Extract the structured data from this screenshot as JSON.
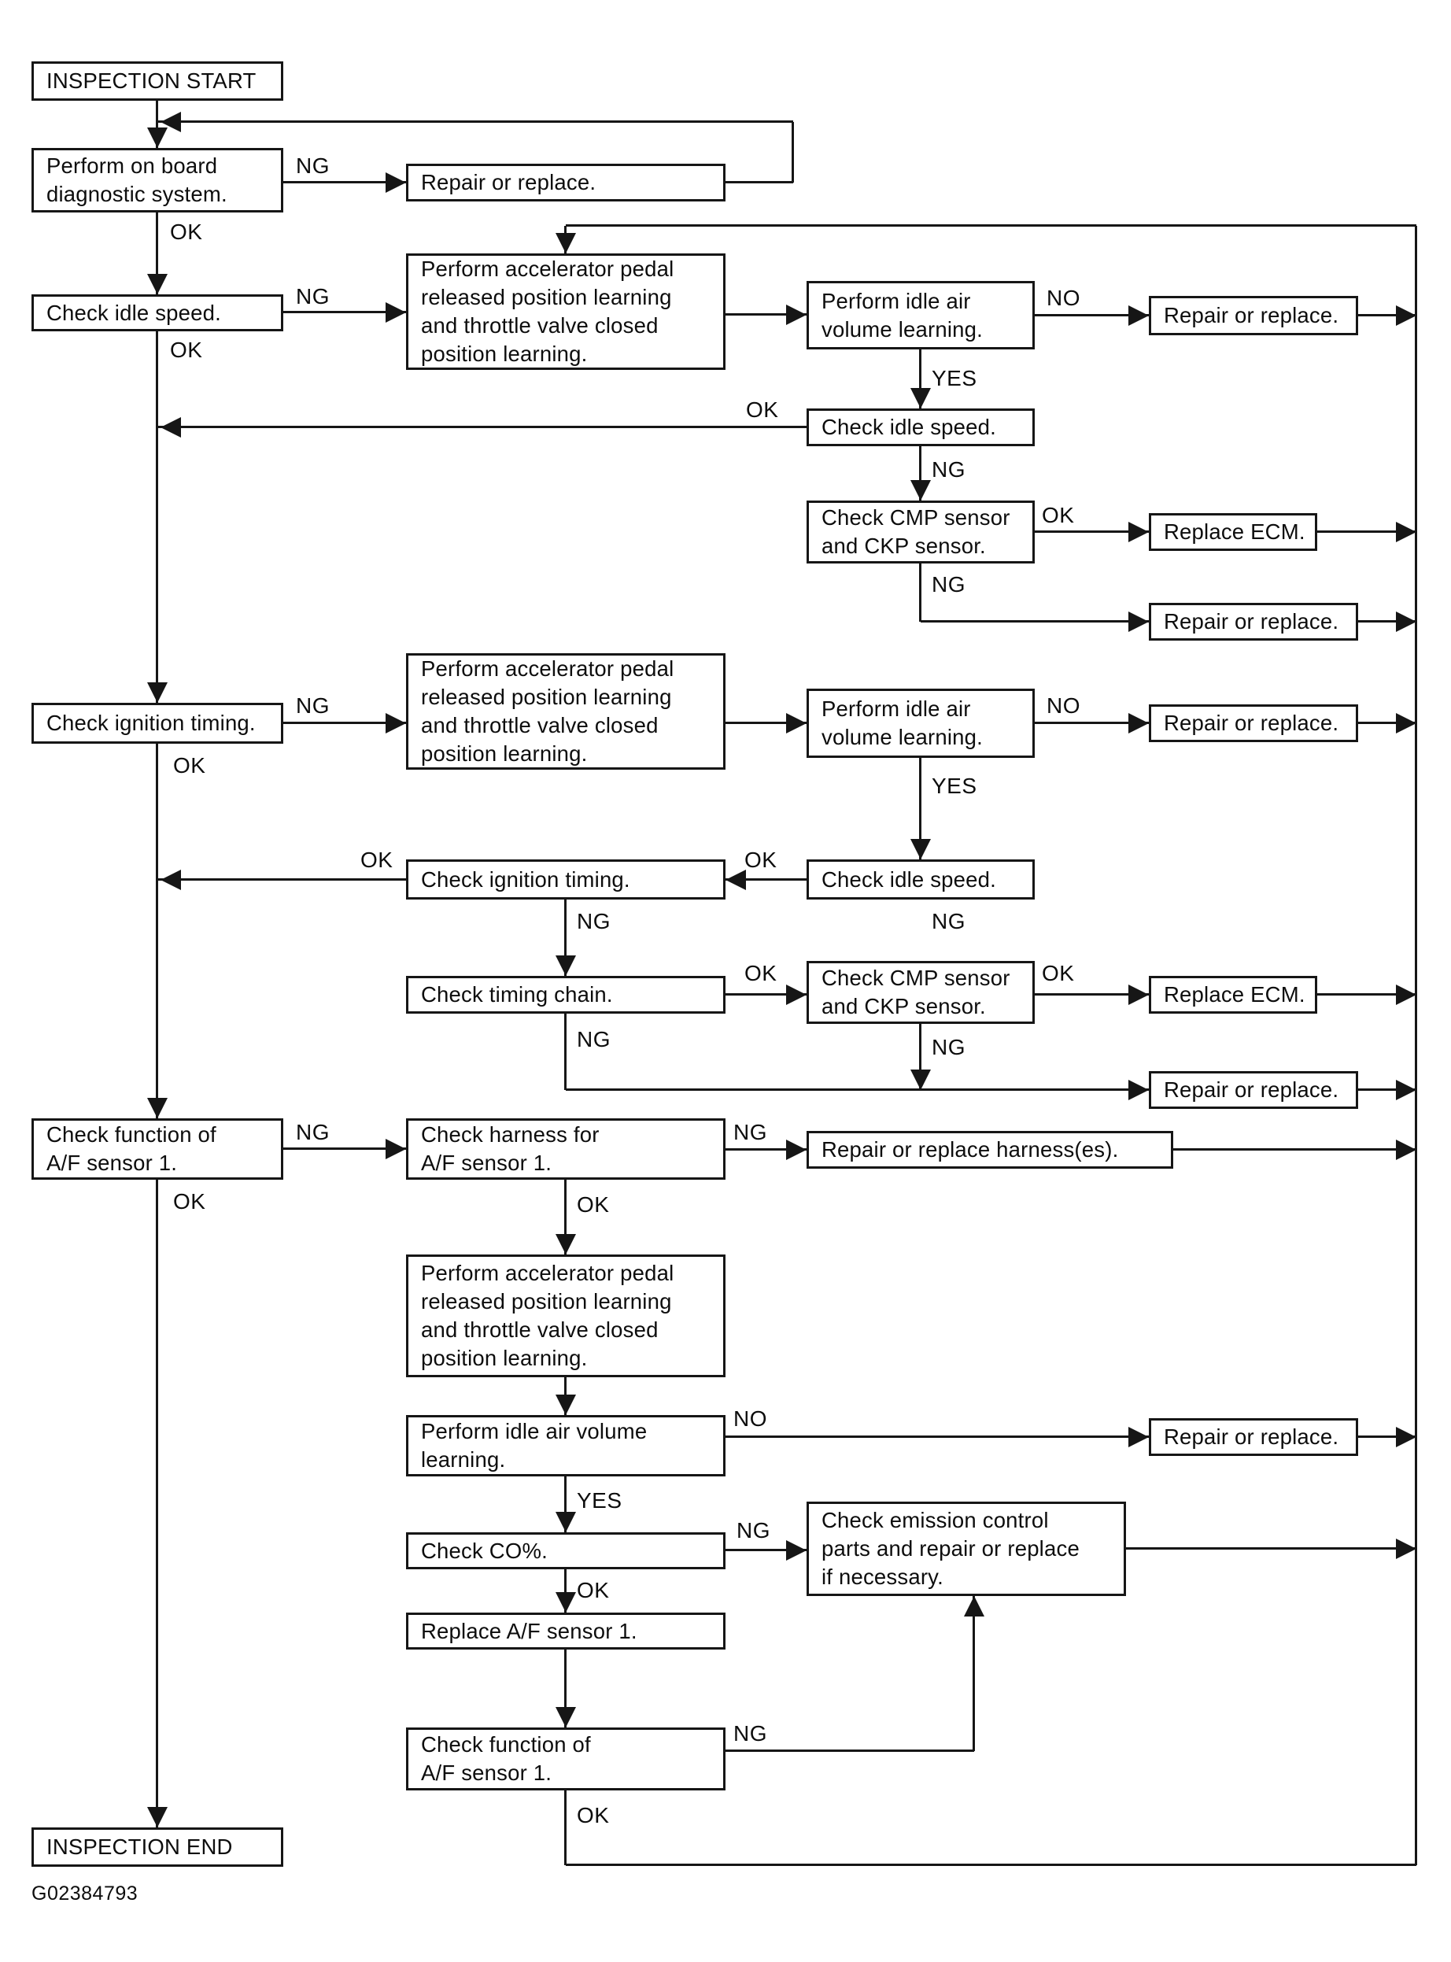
{
  "diagram_title": "Inspection flowchart",
  "figure_code": "G02384793",
  "colors": {
    "line": "#161616",
    "background": "#ffffff",
    "text": "#0d0d0d"
  },
  "nodes": {
    "inspection_start": {
      "label": "INSPECTION START"
    },
    "perform_obd": {
      "label": "Perform on board\ndiagnostic system."
    },
    "repair_r1": {
      "label": "Repair or replace."
    },
    "check_idle_l": {
      "label": "Check idle speed."
    },
    "accel_r2": {
      "label": "Perform accelerator pedal\nreleased position learning\nand throttle valve closed\nposition learning."
    },
    "idle_air_r2": {
      "label": "Perform idle air\nvolume learning."
    },
    "repair_r2": {
      "label": "Repair or replace."
    },
    "check_idle_2": {
      "label": "Check idle speed."
    },
    "cmp_r2": {
      "label": "Check CMP sensor\nand CKP sensor."
    },
    "ecm_r2": {
      "label": "Replace ECM."
    },
    "repair_r2b": {
      "label": "Repair or replace."
    },
    "check_ign": {
      "label": "Check ignition timing."
    },
    "accel_r3": {
      "label": "Perform accelerator pedal\nreleased position learning\nand throttle valve closed\nposition learning."
    },
    "idle_air_r3": {
      "label": "Perform idle air\nvolume learning."
    },
    "repair_r3": {
      "label": "Repair or replace."
    },
    "check_idle_3": {
      "label": "Check idle speed."
    },
    "check_ign_2": {
      "label": "Check ignition timing."
    },
    "timing_chain": {
      "label": "Check timing chain."
    },
    "cmp_r3": {
      "label": "Check CMP sensor\nand CKP sensor."
    },
    "ecm_r3": {
      "label": "Replace ECM."
    },
    "repair_r3b": {
      "label": "Repair or replace."
    },
    "check_af_1": {
      "label": "Check function of\nA/F sensor 1."
    },
    "check_harness": {
      "label": "Check harness for\nA/F sensor 1."
    },
    "repair_harness": {
      "label": "Repair or replace harness(es)."
    },
    "accel_r4": {
      "label": "Perform accelerator pedal\nreleased position learning\nand throttle valve closed\nposition learning."
    },
    "idle_air_r4": {
      "label": "Perform idle air volume\nlearning."
    },
    "repair_r4": {
      "label": "Repair or replace."
    },
    "check_co": {
      "label": "Check CO%."
    },
    "emission": {
      "label": "Check emission control\nparts and repair or replace\nif necessary."
    },
    "replace_af": {
      "label": "Replace A/F sensor 1."
    },
    "check_af_2": {
      "label": "Check function of\nA/F sensor 1."
    },
    "inspection_end": {
      "label": "INSPECTION END"
    }
  },
  "edge_labels": {
    "ng_r1": "NG",
    "ok_r1": "OK",
    "ng_r2": "NG",
    "ok_r2": "OK",
    "no_r2": "NO",
    "yes_r2": "YES",
    "ok_idle2": "OK",
    "ng_idle2": "NG",
    "ok_cmp2": "OK",
    "ng_cmp2": "NG",
    "ng_r3": "NG",
    "ok_r3": "OK",
    "no_r3": "NO",
    "yes_r3": "YES",
    "ok_idle3": "OK",
    "ng_idle3": "NG",
    "ok_ign2": "OK",
    "ng_ign2": "NG",
    "ok_chain": "OK",
    "ng_chain": "NG",
    "ok_cmp3": "OK",
    "ng_cmp3": "NG",
    "ng_af1": "NG",
    "ok_af1": "OK",
    "ng_harness": "NG",
    "ok_harness": "OK",
    "no_r4": "NO",
    "yes_r4": "YES",
    "ng_co": "NG",
    "ok_co": "OK",
    "ng_af2": "NG",
    "ok_af2": "OK"
  }
}
